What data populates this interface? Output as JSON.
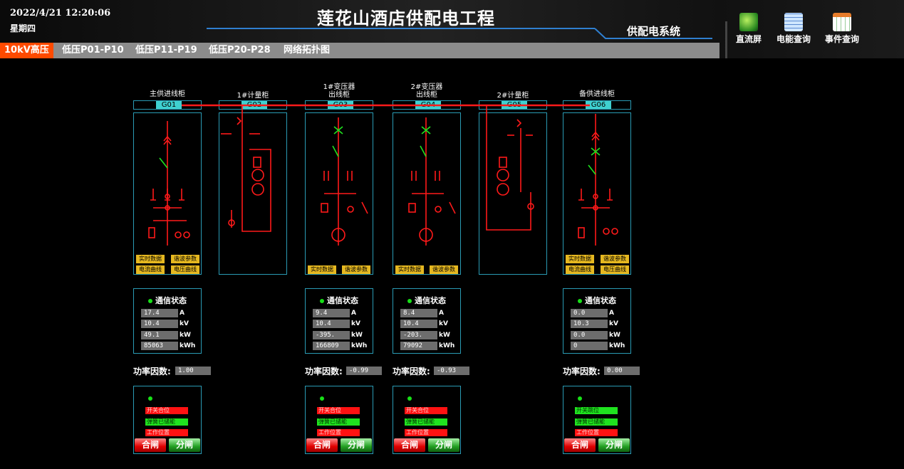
{
  "header": {
    "datetime": "2022/4/21 12:20:06",
    "weekday": "星期四",
    "title": "莲花山酒店供配电工程",
    "subtitle": "供配电系统"
  },
  "nav": {
    "items": [
      "10kV高压",
      "低压P01-P10",
      "低压P11-P19",
      "低压P20-P28",
      "网络拓扑图"
    ],
    "active_index": 0
  },
  "tools": [
    "直流屏",
    "电能查询",
    "事件查询"
  ],
  "colors": {
    "accent": "#ff4a00",
    "bus": "#ff1a1a",
    "frame": "#2a9bb4",
    "code_bg": "#3fd0d0"
  },
  "cabinets": [
    {
      "label1": "主供进线柜",
      "label2": "",
      "code": "G01"
    },
    {
      "label1": "1#计量柜",
      "label2": "",
      "code": "G02"
    },
    {
      "label1": "1#变压器",
      "label2": "出线柜",
      "code": "G03"
    },
    {
      "label1": "2#变压器",
      "label2": "出线柜",
      "code": "G04"
    },
    {
      "label1": "2#计量柜",
      "label2": "",
      "code": "G05"
    },
    {
      "label1": "备供进线柜",
      "label2": "",
      "code": "G06"
    }
  ],
  "buttons": {
    "realtime": "实时数据",
    "harmonic": "谐波参数",
    "current_curve": "电流曲线",
    "voltage_curve": "电压曲线"
  },
  "comm": {
    "title": "通信状态",
    "units": [
      "A",
      "kV",
      "kW",
      "kWh"
    ],
    "pf_label": "功率因数:",
    "g01": {
      "values": [
        "17.4",
        "10.4",
        "49.1",
        "85063"
      ],
      "pf": "1.00"
    },
    "g03": {
      "values": [
        "9.4",
        "10.4",
        "-395.",
        "166809"
      ],
      "pf": "-0.99"
    },
    "g04": {
      "values": [
        "8.4",
        "10.4",
        "-203.",
        "79092"
      ],
      "pf": "-0.93"
    },
    "g06": {
      "values": [
        "0.0",
        "10.3",
        "0.0",
        "0"
      ],
      "pf": "0.00"
    }
  },
  "switch": {
    "close": "合闸",
    "open": "分闸",
    "g01": [
      "开关合位",
      "弹簧已储能",
      "工作位置"
    ],
    "g03": [
      "开关合位",
      "弹簧已储能",
      "工作位置"
    ],
    "g04": [
      "开关合位",
      "弹簧已储能",
      "工作位置"
    ],
    "g06": [
      "开关跳位",
      "弹簧已储能",
      "工作位置"
    ]
  }
}
